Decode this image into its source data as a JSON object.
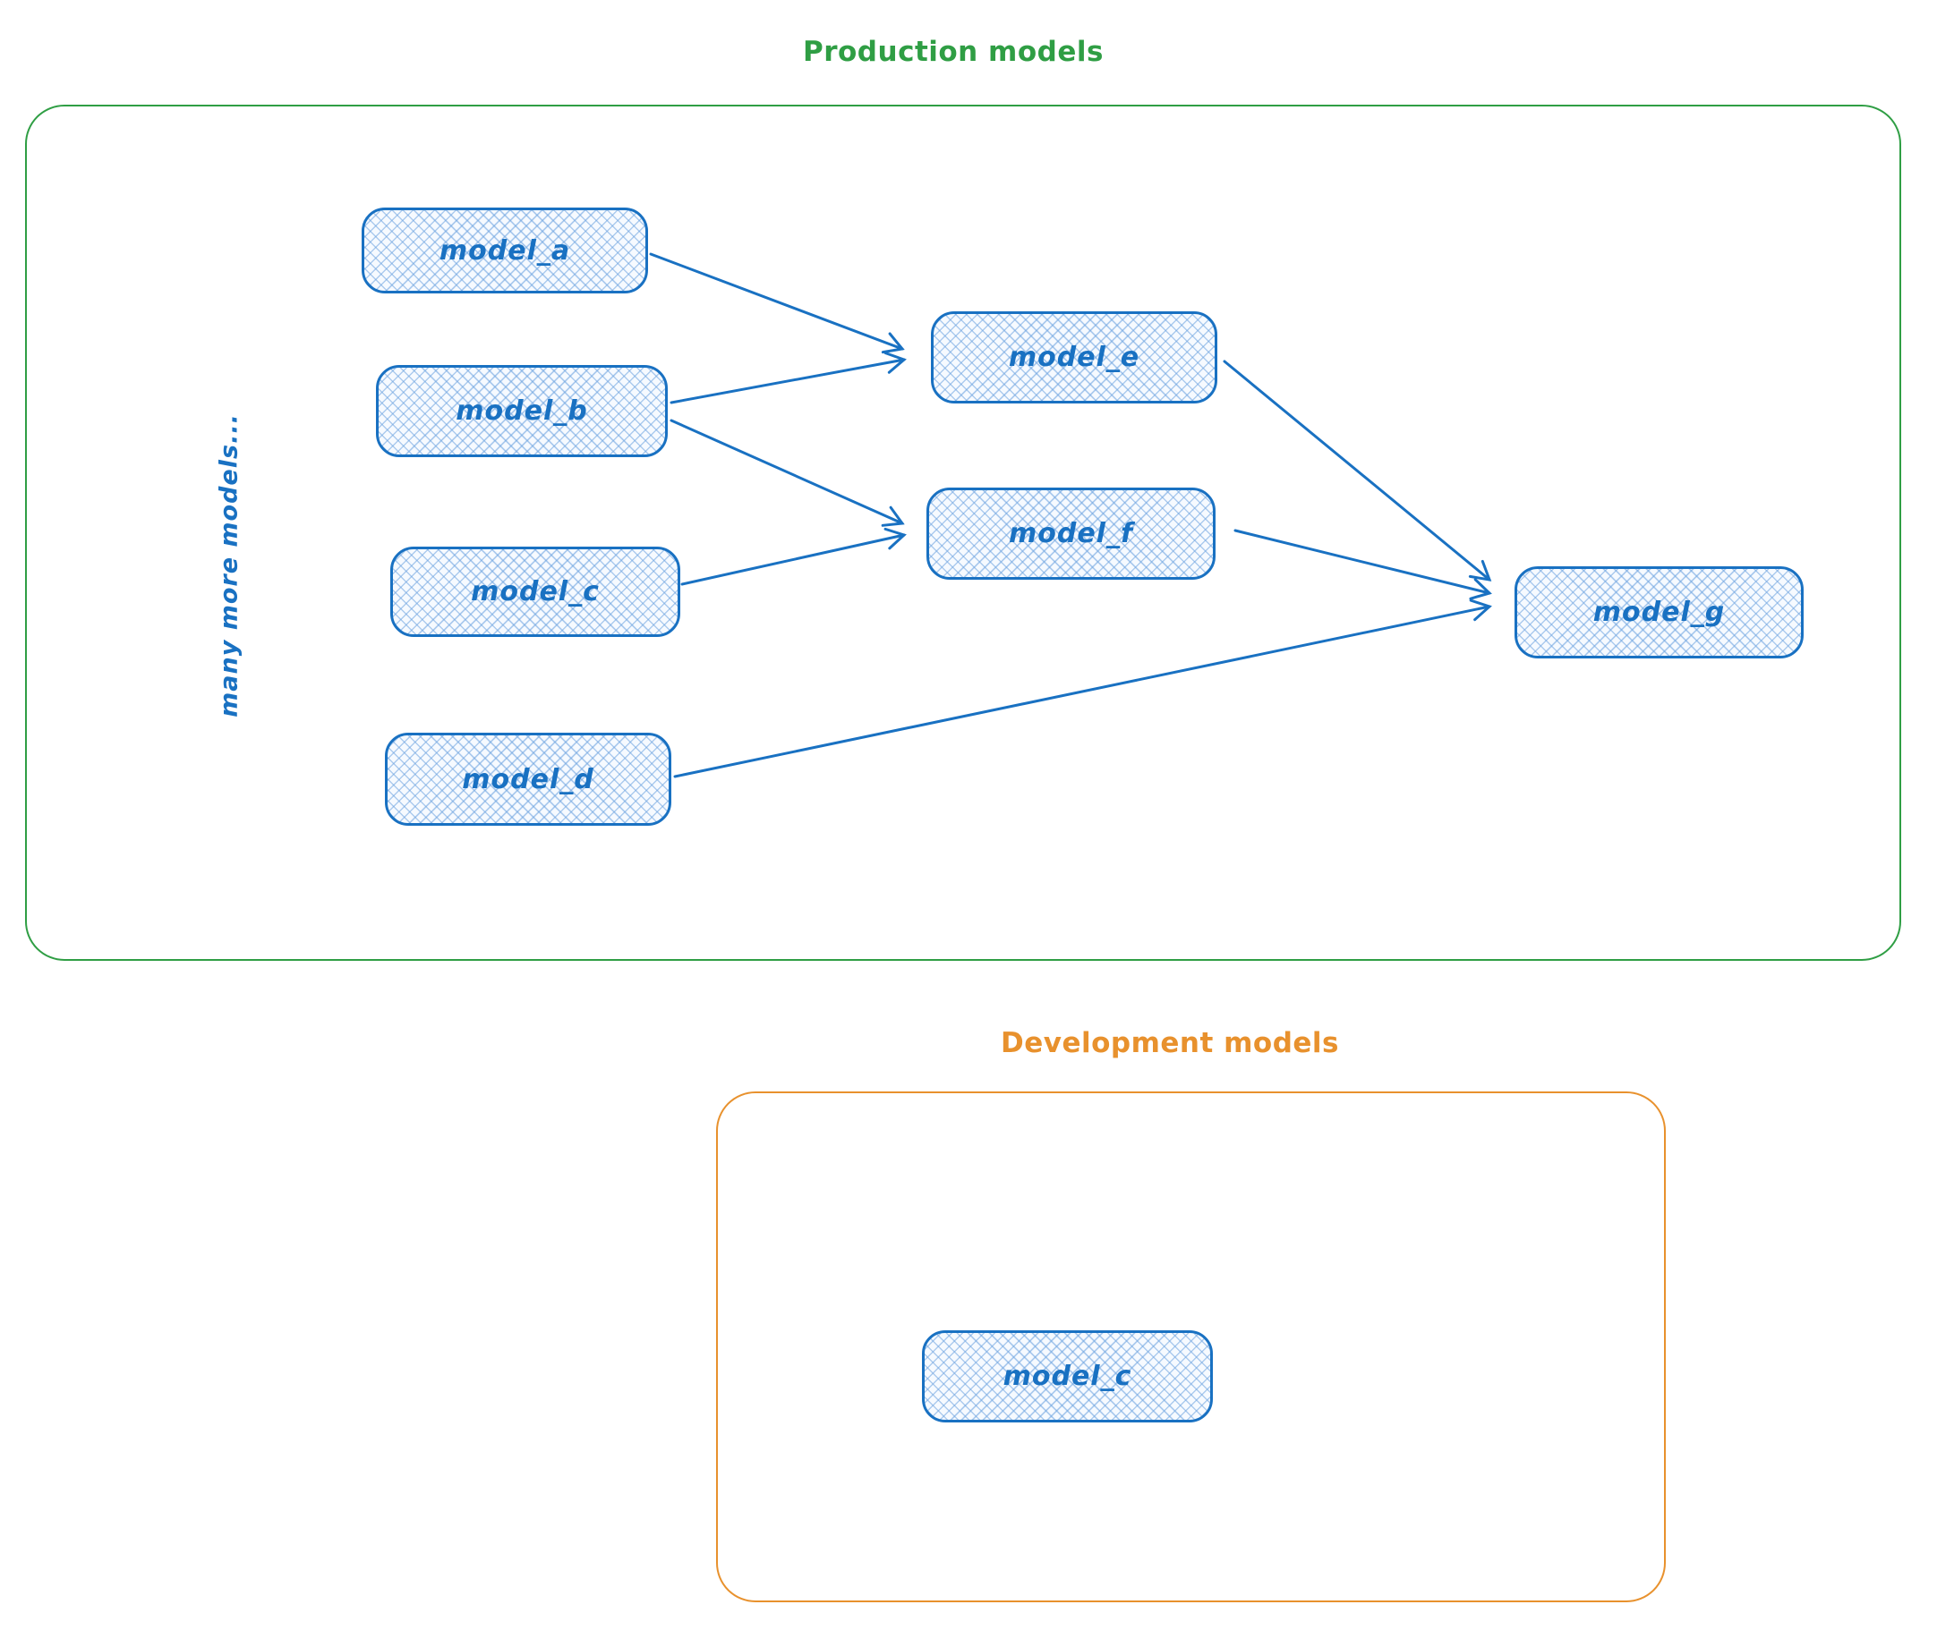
{
  "diagram": {
    "production": {
      "title": "Production models",
      "side_note": "many more models...",
      "nodes": {
        "model_a": {
          "label": "model_a"
        },
        "model_b": {
          "label": "model_b"
        },
        "model_c": {
          "label": "model_c"
        },
        "model_d": {
          "label": "model_d"
        },
        "model_e": {
          "label": "model_e"
        },
        "model_f": {
          "label": "model_f"
        },
        "model_g": {
          "label": "model_g"
        }
      },
      "edges": [
        {
          "from": "model_a",
          "to": "model_e"
        },
        {
          "from": "model_b",
          "to": "model_e"
        },
        {
          "from": "model_b",
          "to": "model_f"
        },
        {
          "from": "model_c",
          "to": "model_f"
        },
        {
          "from": "model_e",
          "to": "model_g"
        },
        {
          "from": "model_f",
          "to": "model_g"
        },
        {
          "from": "model_d",
          "to": "model_g"
        }
      ]
    },
    "development": {
      "title": "Development models",
      "nodes": {
        "model_c_dev": {
          "label": "model_c"
        }
      }
    },
    "colors": {
      "production_border": "#2f9e44",
      "development_border": "#e8912d",
      "node_stroke": "#1971c2",
      "arrow": "#1971c2"
    }
  }
}
